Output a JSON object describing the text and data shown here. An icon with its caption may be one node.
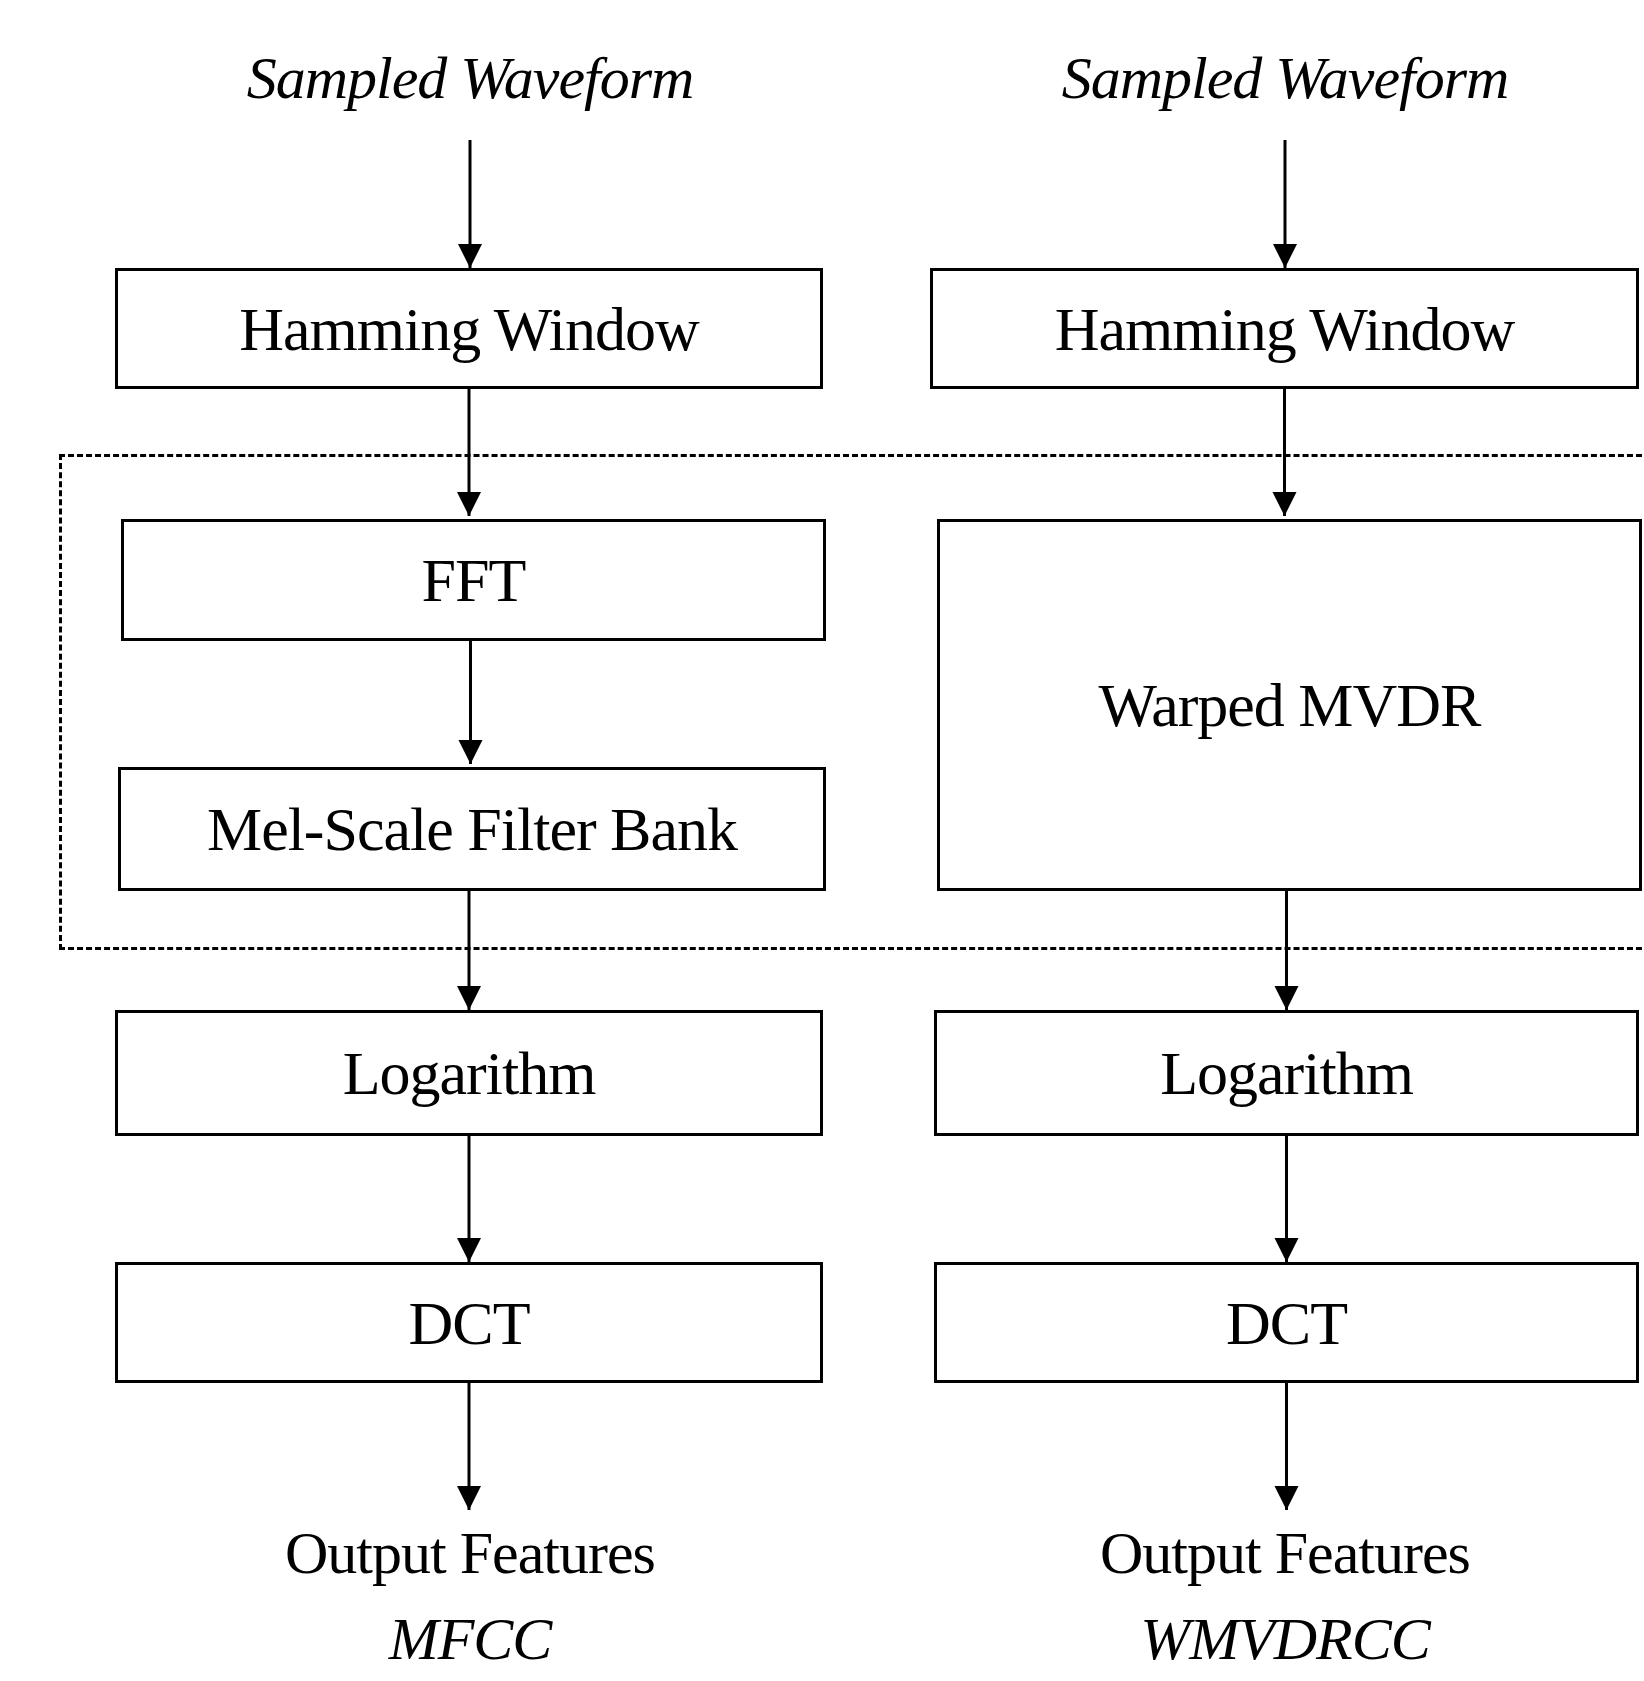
{
  "diagram": {
    "nodes": [
      {
        "text": [
          "Sampled Waveform"
        ]
      },
      {
        "text": [
          "Sampled Waveform"
        ]
      },
      {
        "text": [
          "Hamming Window"
        ]
      },
      {
        "text": [
          "Hamming Window"
        ]
      },
      {
        "text": [],
        "shape": "box"
      },
      {
        "text": [
          "FFT"
        ],
        "in": 4
      },
      {
        "text": [
          "Warped MVDR"
        ],
        "in": 4
      },
      {
        "text": [
          "Mel-Scale Filter Bank"
        ],
        "in": 4
      },
      {
        "text": [
          "Logarithm"
        ]
      },
      {
        "text": [
          "Logarithm"
        ]
      },
      {
        "text": [
          "DCT"
        ]
      },
      {
        "text": [
          "DCT"
        ]
      },
      {
        "text": [
          "Output Features",
          "MFCC"
        ]
      },
      {
        "text": [
          "Output Features",
          "WMVDRCC"
        ]
      }
    ],
    "edges": [
      {
        "from": 0,
        "to": 2,
        "arrow": "to"
      },
      {
        "from": 1,
        "to": 3,
        "arrow": "to"
      },
      {
        "from": 2,
        "to": 5,
        "arrow": "to"
      },
      {
        "from": 3,
        "to": 6,
        "arrow": "to"
      },
      {
        "from": 5,
        "to": 7,
        "arrow": "to"
      },
      {
        "from": 7,
        "to": 8,
        "arrow": "to"
      },
      {
        "from": 6,
        "to": 9,
        "arrow": "to"
      },
      {
        "from": 8,
        "to": 10,
        "arrow": "to"
      },
      {
        "from": 9,
        "to": 11,
        "arrow": "to"
      },
      {
        "from": 10,
        "to": 12,
        "arrow": "to"
      },
      {
        "from": 11,
        "to": 13,
        "arrow": "to"
      }
    ]
  }
}
